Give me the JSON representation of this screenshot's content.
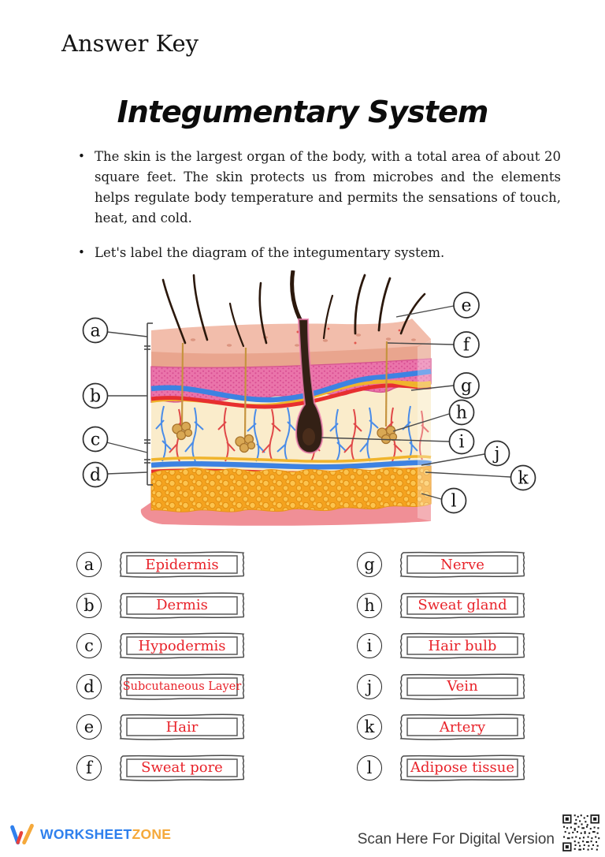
{
  "header": {
    "answer_key_label": "Answer Key",
    "title": "Integumentary System"
  },
  "intro": {
    "bullet1": "The skin is the largest organ of the body, with a total area of about 20 square feet. The skin protects us from microbes and the elements helps regulate body temperature and permits the sensations of touch, heat, and cold.",
    "bullet2": "Let's label the diagram of the integumentary system."
  },
  "diagram": {
    "description": "Cross-section of skin with hair, glands, vessels and layers, labeled a to l",
    "labels": [
      "a",
      "b",
      "c",
      "d",
      "e",
      "f",
      "g",
      "h",
      "i",
      "j",
      "k",
      "l"
    ]
  },
  "answers": [
    {
      "letter": "a",
      "answer": "Epidermis"
    },
    {
      "letter": "b",
      "answer": "Dermis"
    },
    {
      "letter": "c",
      "answer": "Hypodermis"
    },
    {
      "letter": "d",
      "answer": "Subcutaneous Layer"
    },
    {
      "letter": "e",
      "answer": "Hair"
    },
    {
      "letter": "f",
      "answer": "Sweat pore"
    },
    {
      "letter": "g",
      "answer": "Nerve"
    },
    {
      "letter": "h",
      "answer": "Sweat gland"
    },
    {
      "letter": "i",
      "answer": "Hair bulb"
    },
    {
      "letter": "j",
      "answer": "Vein"
    },
    {
      "letter": "k",
      "answer": "Artery"
    },
    {
      "letter": "l",
      "answer": "Adipose tissue"
    }
  ],
  "footer": {
    "brand_word1": "WORKSHEET",
    "brand_word2": "ZONE",
    "scan_text": "Scan Here For Digital Version"
  },
  "colors": {
    "answer_text_red": "#e8232a",
    "brand_blue": "#2f80ed",
    "brand_yellow": "#f5a93b"
  }
}
